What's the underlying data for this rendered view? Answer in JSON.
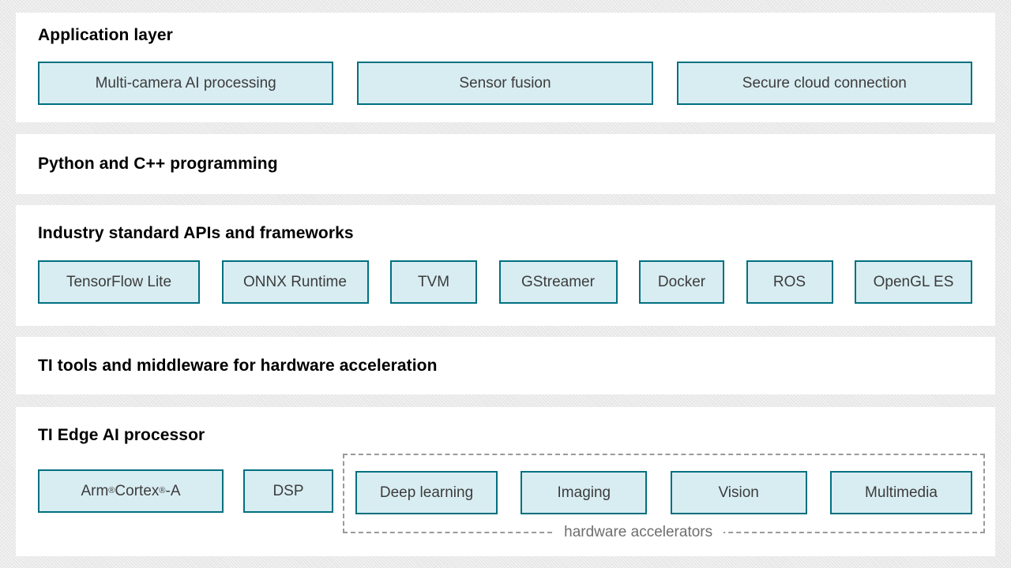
{
  "colors": {
    "page_background": "#e9e9e9",
    "panel_background": "#ffffff",
    "block_fill": "#d8edf2",
    "block_border": "#00707f",
    "heading_text": "#000000",
    "block_text": "#3c3c3c",
    "dashed_border": "#9a9a9a",
    "accelerator_label_text": "#6e6e6e"
  },
  "layers": [
    {
      "heading": "Application layer",
      "blocks": [
        "Multi-camera AI processing",
        "Sensor fusion",
        "Secure cloud connection"
      ]
    },
    {
      "heading": "Python and C++ programming",
      "blocks": []
    },
    {
      "heading": "Industry standard APIs and frameworks",
      "blocks": [
        "TensorFlow Lite",
        "ONNX Runtime",
        "TVM",
        "GStreamer",
        "Docker",
        "ROS",
        "OpenGL ES"
      ]
    },
    {
      "heading": "TI tools and middleware for hardware acceleration",
      "blocks": []
    },
    {
      "heading": "TI Edge AI processor",
      "blocks": [
        "Arm® Cortex®-A",
        "DSP"
      ],
      "accelerator_group": {
        "label": "hardware accelerators",
        "blocks": [
          "Deep learning",
          "Imaging",
          "Vision",
          "Multimedia"
        ]
      }
    }
  ]
}
